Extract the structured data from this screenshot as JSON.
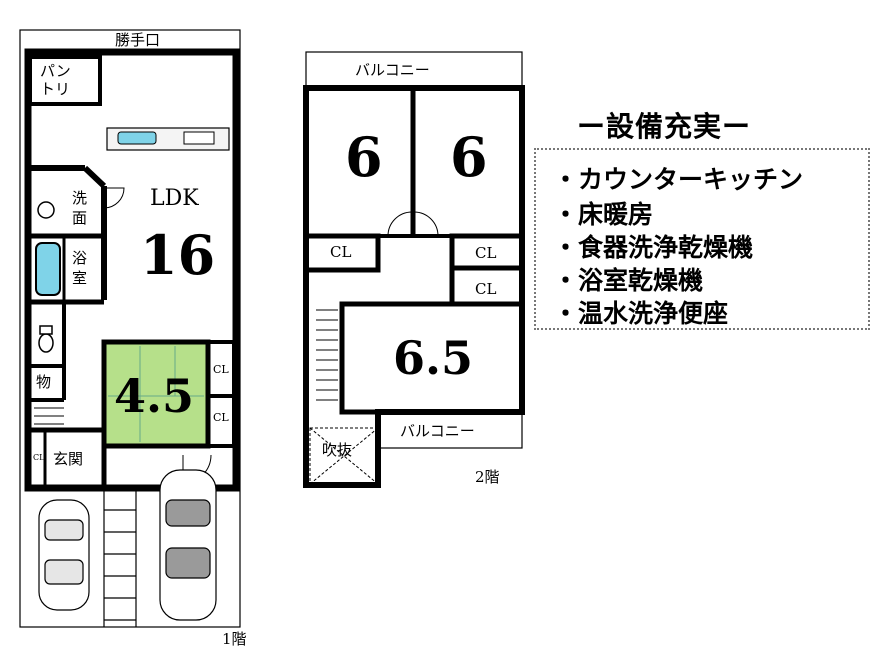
{
  "floor1": {
    "back_door": "勝手口",
    "pantry": [
      "パン",
      "トリ"
    ],
    "ldk_label": "LDK",
    "ldk_size": "16",
    "washroom": [
      "洗",
      "面"
    ],
    "bathroom": [
      "浴",
      "室"
    ],
    "storage": "物",
    "japanese_room_size": "4.5",
    "closet_a": "CL",
    "closet_b": "CL",
    "closet_entry": "CL",
    "entrance": "玄関",
    "floor_label": "1階"
  },
  "floor2": {
    "balcony_top": "バルコニー",
    "room_left_size": "6",
    "room_right_size": "6",
    "closet_left": "CL",
    "closet_right_a": "CL",
    "closet_right_b": "CL",
    "room_bottom_size": "6.5",
    "balcony_bottom": "バルコニー",
    "void": "吹抜",
    "floor_label": "2階"
  },
  "features": {
    "title": "ー設備充実ー",
    "items": [
      "・カウンターキッチン",
      "・床暖房",
      "・食器洗浄乾燥機",
      "・浴室乾燥機",
      "・温水洗浄便座"
    ]
  },
  "colors": {
    "tatami": "#b6e08a",
    "walls": "#000000",
    "fixtures": "#7fd3e8"
  },
  "icons": [
    "car-icon",
    "stairs-icon",
    "kitchen-counter-icon",
    "bathtub-icon",
    "toilet-icon",
    "door-swing-icon"
  ]
}
